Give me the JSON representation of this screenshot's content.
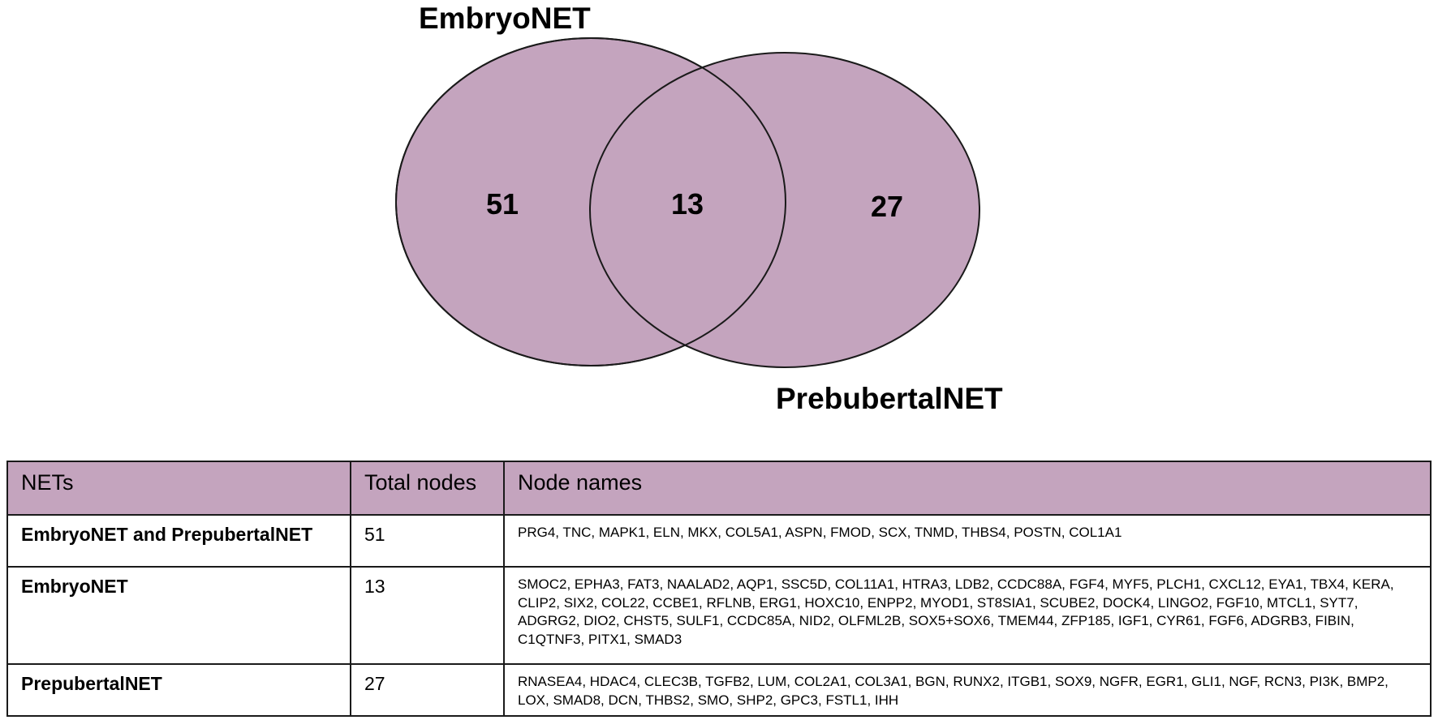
{
  "venn": {
    "sets": [
      {
        "name": "EmbryoNET",
        "only_count": "51"
      },
      {
        "name": "PrebubertalNET",
        "only_count": "27"
      }
    ],
    "intersection_count": "13",
    "fill_color": "#c4a4be",
    "stroke_color": "#1a1a1a"
  },
  "table": {
    "headers": [
      "NETs",
      "Total nodes",
      "Node names"
    ],
    "header_bg": "#c4a4be",
    "rows": [
      {
        "net": "EmbryoNET and PrepubertalNET",
        "total": "51",
        "names": "PRG4, TNC, MAPK1, ELN, MKX, COL5A1, ASPN, FMOD, SCX, TNMD, THBS4, POSTN, COL1A1"
      },
      {
        "net": "EmbryoNET",
        "total": "13",
        "names": "SMOC2, EPHA3, FAT3, NAALAD2, AQP1, SSC5D, COL11A1, HTRA3, LDB2, CCDC88A, FGF4, MYF5, PLCH1, CXCL12, EYA1, TBX4, KERA, CLIP2, SIX2, COL22, CCBE1, RFLNB, ERG1, HOXC10, ENPP2, MYOD1, ST8SIA1, SCUBE2, DOCK4, LINGO2, FGF10, MTCL1, SYT7, ADGRG2, DIO2, CHST5, SULF1, CCDC85A, NID2, OLFML2B, SOX5+SOX6, TMEM44, ZFP185, IGF1, CYR61, FGF6, ADGRB3, FIBIN, C1QTNF3, PITX1, SMAD3"
      },
      {
        "net": "PrepubertalNET",
        "total": "27",
        "names": "RNASEA4, HDAC4, CLEC3B, TGFB2, LUM, COL2A1, COL3A1, BGN, RUNX2, ITGB1, SOX9, NGFR, EGR1, GLI1, NGF, RCN3, PI3K, BMP2, LOX, SMAD8, DCN, THBS2, SMO, SHP2, GPC3, FSTL1, IHH"
      }
    ]
  }
}
